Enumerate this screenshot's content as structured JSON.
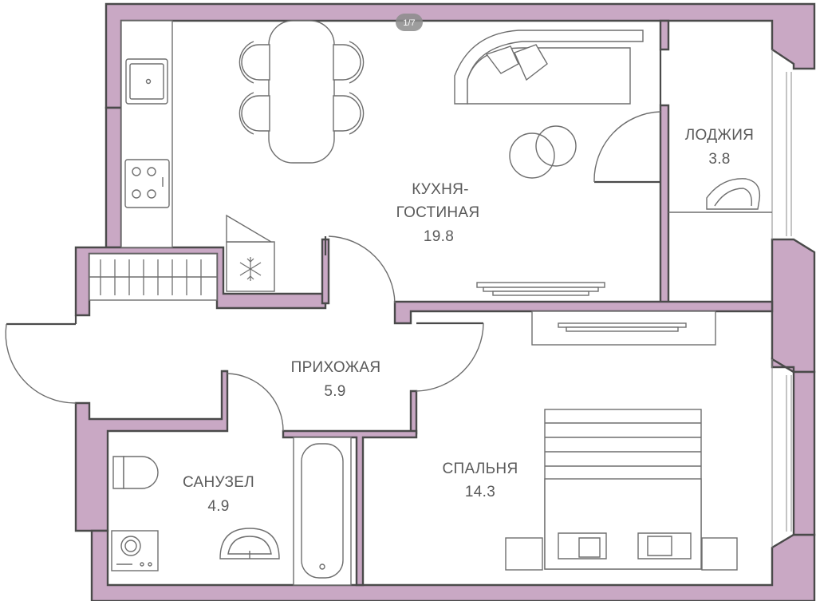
{
  "gallery": {
    "counter": "1/7"
  },
  "rooms": {
    "kitchen_living": {
      "name_line1": "КУХНЯ-",
      "name_line2": "ГОСТИНАЯ",
      "area": "19.8"
    },
    "loggia": {
      "name": "ЛОДЖИЯ",
      "area": "3.8"
    },
    "hallway": {
      "name": "ПРИХОЖАЯ",
      "area": "5.9"
    },
    "bathroom": {
      "name": "САНУЗЕЛ",
      "area": "4.9"
    },
    "bedroom": {
      "name": "СПАЛЬНЯ",
      "area": "14.3"
    }
  },
  "colors": {
    "wall_fill": "#c9a8c4",
    "wall_stroke": "#4a4a4a",
    "badge": "#8c8c8c"
  }
}
